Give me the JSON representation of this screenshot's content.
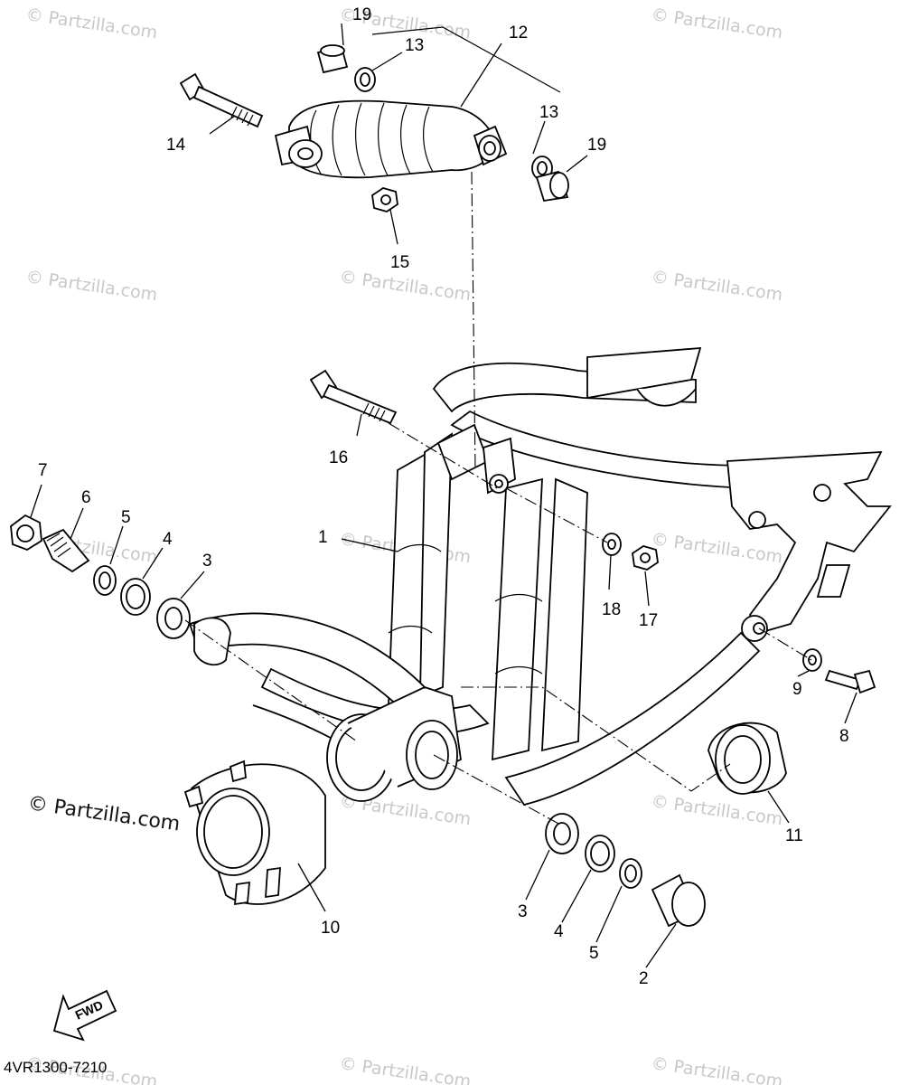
{
  "watermarks": {
    "repeat_text": "© Partzilla.com",
    "main_text": "© Partzilla.com"
  },
  "diagram_code": "4VR1300-7210",
  "fwd_label": "FWD",
  "callouts": {
    "p1": "1",
    "p2": "2",
    "p3a": "3",
    "p3b": "3",
    "p4a": "4",
    "p4b": "4",
    "p5a": "5",
    "p5b": "5",
    "p6": "6",
    "p7": "7",
    "p8": "8",
    "p9": "9",
    "p10": "10",
    "p11": "11",
    "p12": "12",
    "p13a": "13",
    "p13b": "13",
    "p14": "14",
    "p15": "15",
    "p16": "16",
    "p17": "17",
    "p18": "18",
    "p19a": "19",
    "p19b": "19"
  }
}
